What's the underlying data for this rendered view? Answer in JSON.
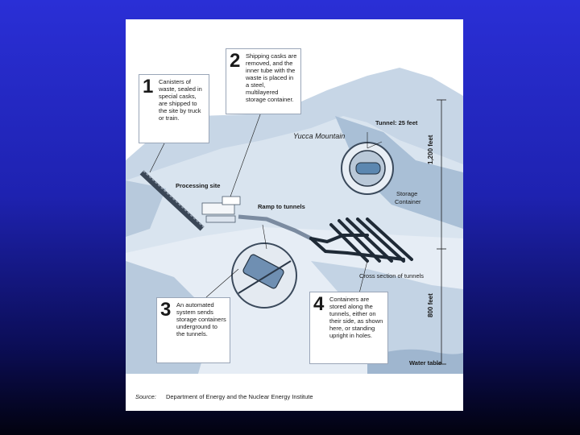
{
  "callouts": {
    "c1": {
      "num": "1",
      "text": "Canisters of waste, sealed in special casks, are shipped to the site by truck or train."
    },
    "c2": {
      "num": "2",
      "text": "Shipping casks are removed, and the inner tube with the waste is placed in a steel, multilayered storage container."
    },
    "c3": {
      "num": "3",
      "text": "An automated system sends storage containers underground to the tunnels."
    },
    "c4": {
      "num": "4",
      "text": "Containers are stored along the tunnels, either on their side, as shown here, or standing upright in holes."
    }
  },
  "labels": {
    "mountain": "Yucca Mountain",
    "processing": "Processing site",
    "ramp": "Ramp to tunnels",
    "tunnel_size": "Tunnel: 25 feet",
    "storage": "Storage",
    "container": "Container",
    "cross_section": "Cross section of tunnels",
    "water_table": "Water table",
    "depth_upper": "1,200 feet",
    "depth_lower": "800 feet"
  },
  "source": {
    "key": "Source:",
    "text": "Department of Energy and the Nuclear Energy Institute"
  },
  "colors": {
    "slide_top": "#2a2fd6",
    "slide_bottom": "#02020f",
    "mountain_light": "#d6e2ee",
    "mountain_mid": "#a9bfd6",
    "mountain_dark": "#7d98b8",
    "ink": "#1a1a1a"
  }
}
